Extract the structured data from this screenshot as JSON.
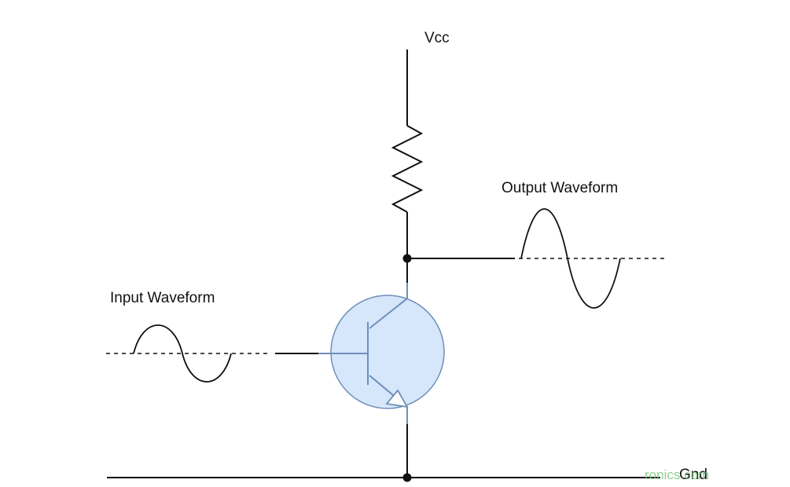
{
  "labels": {
    "vcc": "Vcc",
    "gnd": "Gnd",
    "input": "Input Waveform",
    "output": "Output Waveform"
  },
  "watermark": "ronics.com",
  "colors": {
    "wire": "#111111",
    "transistor_fill": "#d6e6fb",
    "transistor_stroke": "#6e8fb8",
    "watermark": "#7cc77c"
  }
}
